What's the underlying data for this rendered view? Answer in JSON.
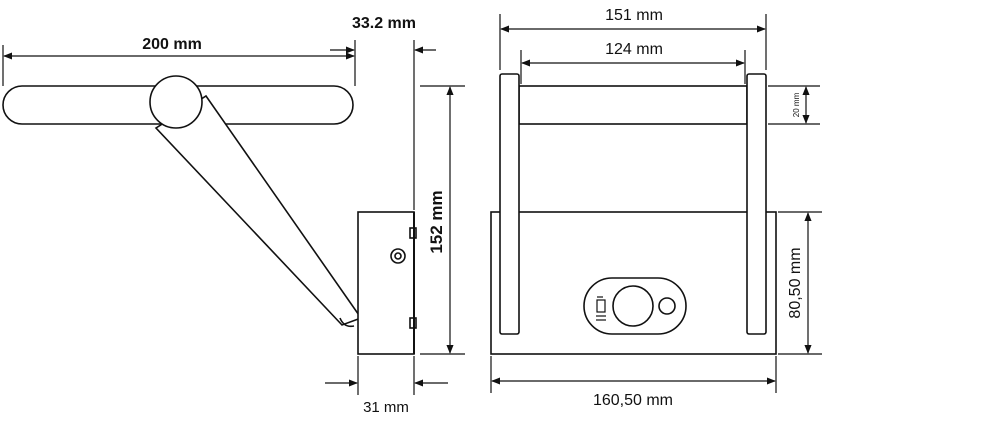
{
  "dimensions": {
    "arm_length": "200 mm",
    "arm_offset": "33.2 mm",
    "total_height": "152 mm",
    "base_depth": "31 mm",
    "width_outer": "151 mm",
    "width_inner": "124 mm",
    "tube_diameter": "20 mm",
    "box_height": "80,50 mm",
    "box_width": "160,50 mm"
  },
  "colors": {
    "line": "#111111",
    "background": "#ffffff"
  }
}
